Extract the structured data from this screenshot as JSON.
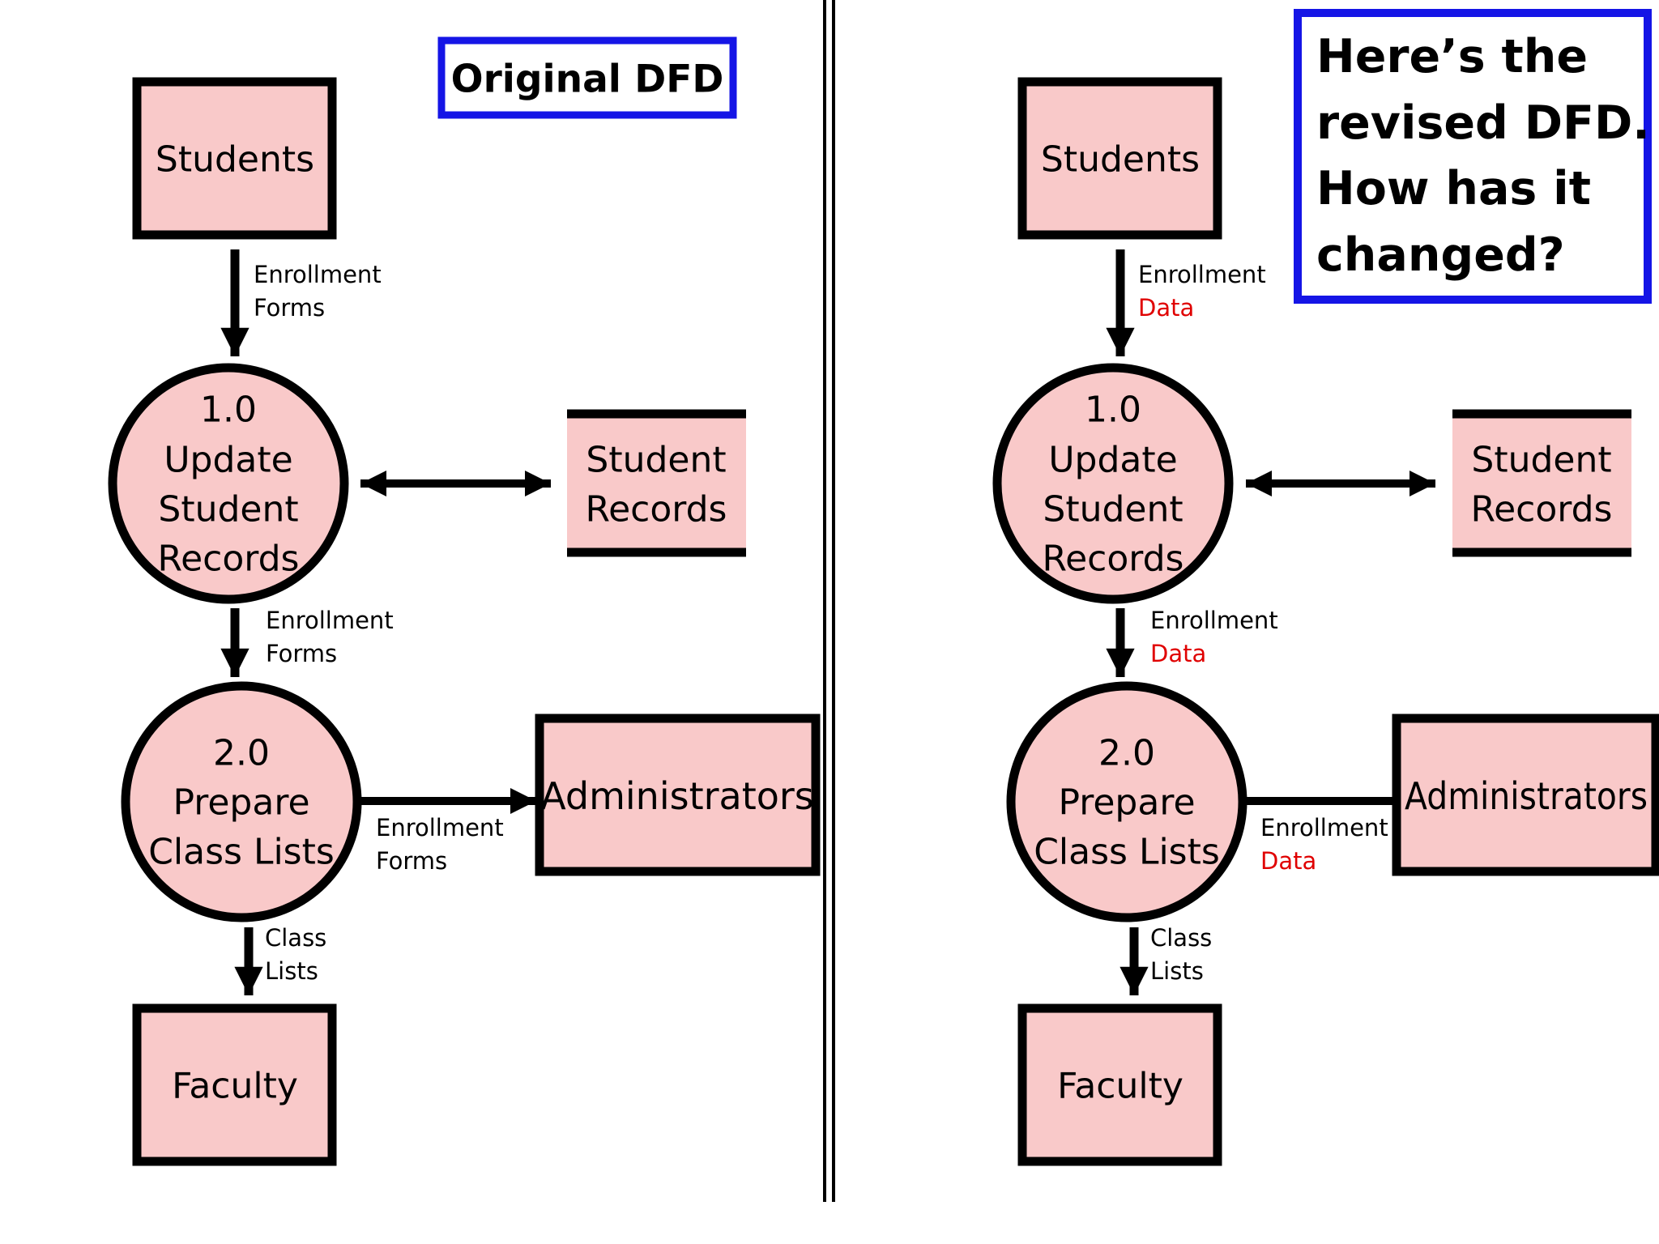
{
  "colors": {
    "node_fill": "#f9c9c9",
    "stroke": "#000000",
    "title_box_border": "#1515e6",
    "changed_text": "#e00000",
    "divider": "#000000"
  },
  "left": {
    "title": "Original DFD",
    "students": "Students",
    "faculty": "Faculty",
    "administrators": "Administrators",
    "process1": {
      "number": "1.0",
      "line1": "Update",
      "line2": "Student",
      "line3": "Records"
    },
    "process2": {
      "number": "2.0",
      "line1": "Prepare",
      "line2": "Class Lists"
    },
    "store": {
      "line1": "Student",
      "line2": "Records"
    },
    "flow_students_p1": {
      "line1": "Enrollment",
      "line2": "Forms"
    },
    "flow_p1_p2": {
      "line1": "Enrollment",
      "line2": "Forms"
    },
    "flow_p2_admin": {
      "line1": "Enrollment",
      "line2": "Forms"
    },
    "flow_p2_faculty": {
      "line1": "Class",
      "line2": "Lists"
    }
  },
  "right": {
    "callout": {
      "line1": "Here’s the",
      "line2": "revised DFD.",
      "line3": "How has it",
      "line4": "changed?"
    },
    "students": "Students",
    "faculty": "Faculty",
    "administrators": "Administrators",
    "process1": {
      "number": "1.0",
      "line1": "Update",
      "line2": "Student",
      "line3": "Records"
    },
    "process2": {
      "number": "2.0",
      "line1": "Prepare",
      "line2": "Class Lists"
    },
    "store": {
      "line1": "Student",
      "line2": "Records"
    },
    "flow_students_p1": {
      "line1": "Enrollment",
      "line2": "Data"
    },
    "flow_p1_p2": {
      "line1": "Enrollment",
      "line2": "Data"
    },
    "flow_p2_admin": {
      "line1": "Enrollment",
      "line2": "Data"
    },
    "flow_p2_faculty": {
      "line1": "Class",
      "line2": "Lists"
    }
  }
}
